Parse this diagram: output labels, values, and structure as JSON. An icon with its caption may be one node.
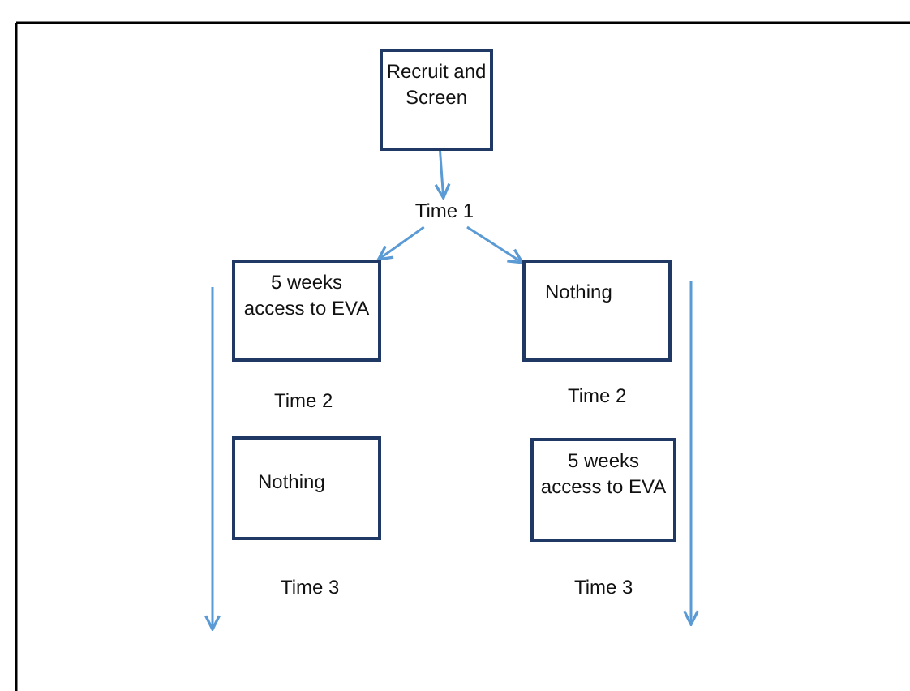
{
  "diagram": {
    "nodes": [
      {
        "text": [
          "Recruit and Screen"
        ]
      },
      {
        "text": [
          "Time 1"
        ]
      },
      {
        "text": [
          "5 weeks access to EVA"
        ]
      },
      {
        "text": [
          "Nothing"
        ]
      },
      {
        "text": [
          "Nothing"
        ]
      },
      {
        "text": [
          "5 weeks access to EVA"
        ]
      }
    ],
    "edges": [
      {
        "from": 0,
        "to": 1,
        "arrow": "to"
      },
      {
        "from": 1,
        "to": 2,
        "arrow": "to"
      },
      {
        "from": 1,
        "to": 3,
        "arrow": "to"
      }
    ],
    "labels": [
      "Time 2",
      "Time 2",
      "Time 3",
      "Time 3"
    ]
  }
}
